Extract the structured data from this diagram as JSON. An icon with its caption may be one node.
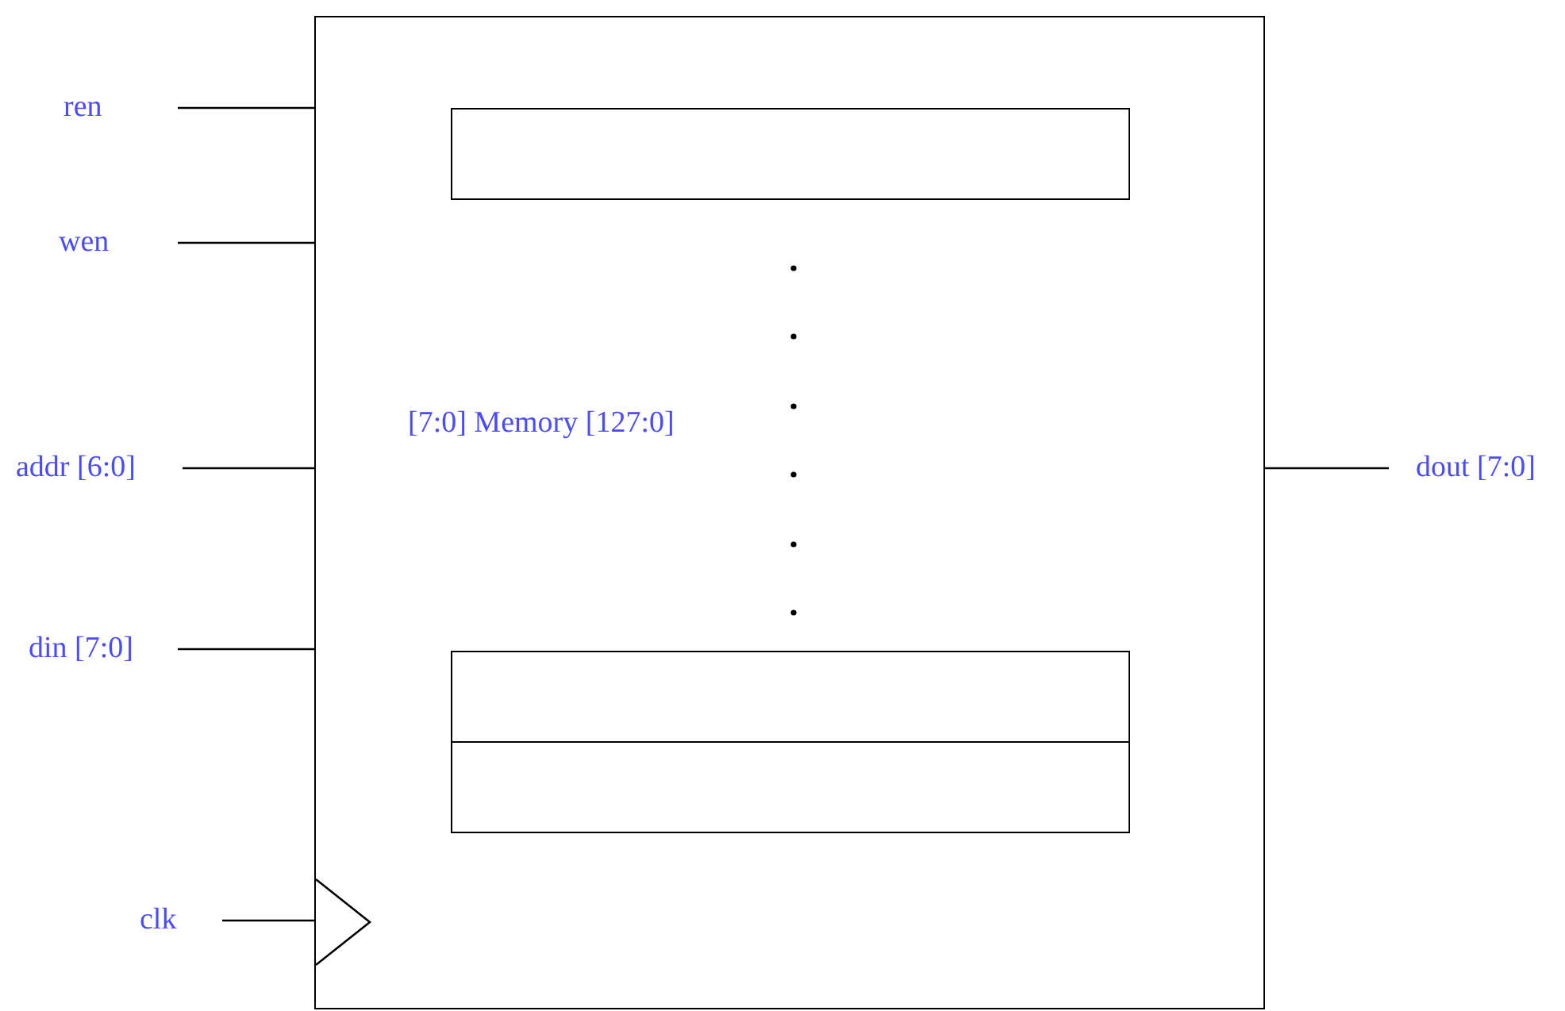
{
  "diagram": {
    "nodes": [
      {
        "text": [
          "ren"
        ]
      },
      {
        "text": [
          "wen"
        ]
      },
      {
        "text": [
          "addr [6:0]"
        ]
      },
      {
        "text": [
          "din [7:0]"
        ]
      },
      {
        "text": [
          "clk"
        ]
      },
      {
        "text": [
          "[7:0] Memory [127:0]"
        ]
      },
      {
        "text": [],
        "shape": "box",
        "in": 5
      },
      {
        "text": [],
        "shape": "box",
        "in": 5
      },
      {
        "text": [],
        "shape": "box",
        "in": 5
      },
      {
        "text": [
          "dout [7:0]"
        ]
      }
    ],
    "edges": [
      {
        "from": 0,
        "to": 5,
        "arrow": "none"
      },
      {
        "from": 1,
        "to": 5,
        "arrow": "none"
      },
      {
        "from": 2,
        "to": 5,
        "arrow": "none"
      },
      {
        "from": 3,
        "to": 5,
        "arrow": "none"
      },
      {
        "from": 4,
        "to": 5,
        "arrow": "none"
      },
      {
        "from": 5,
        "to": 9,
        "arrow": "none"
      }
    ]
  }
}
